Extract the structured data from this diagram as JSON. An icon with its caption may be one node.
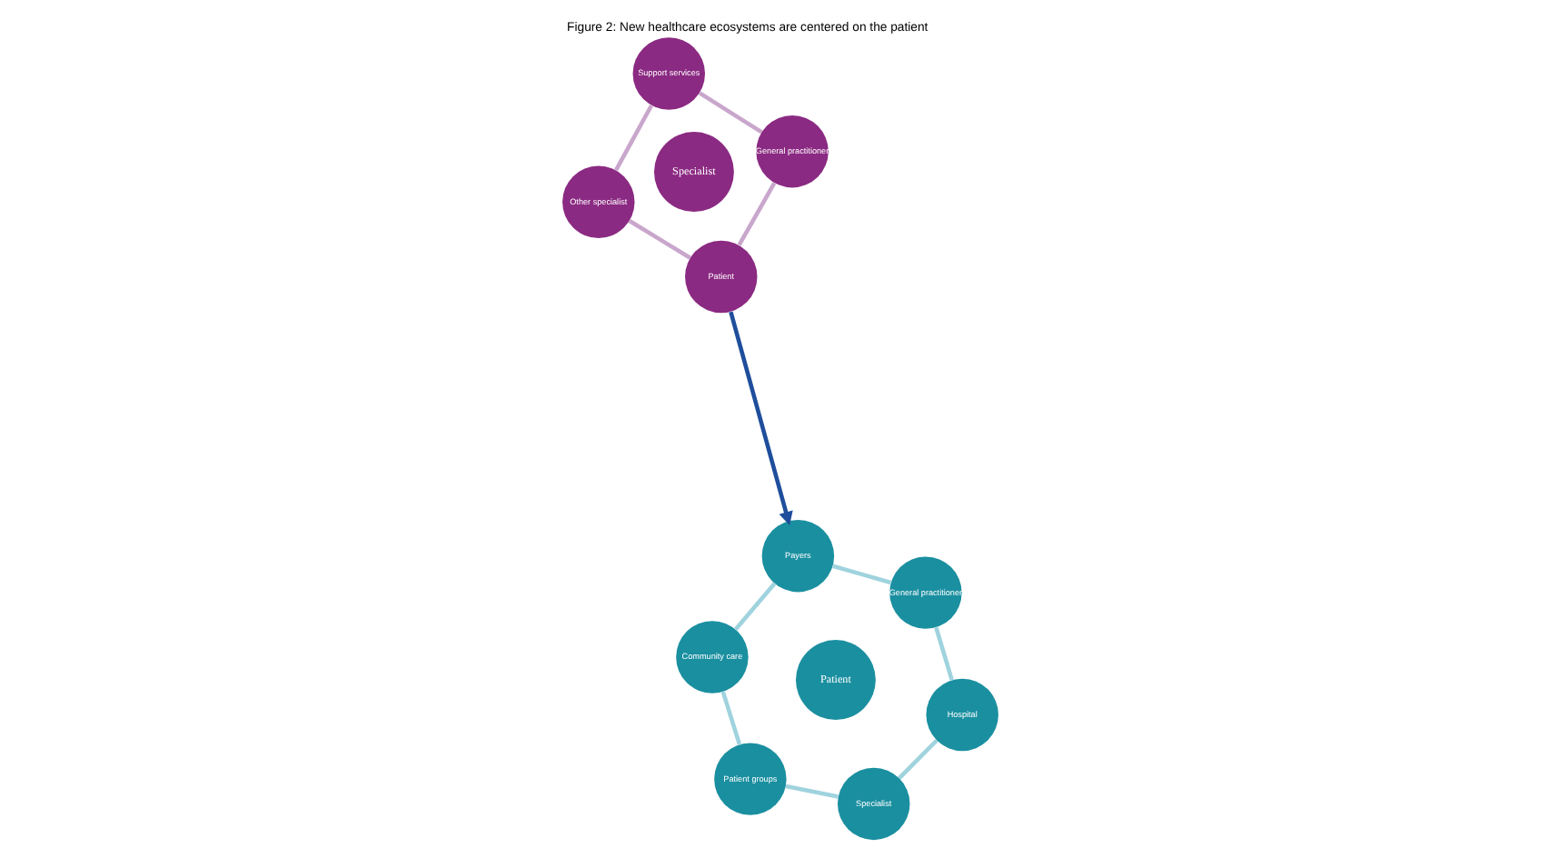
{
  "diagram": {
    "title": "Figure 2: New healthcare ecosystems are centered on the patient",
    "nodes": [
      {
        "text": [
          "Patient"
        ]
      },
      {
        "text": [
          "General practitioner"
        ]
      },
      {
        "text": [
          "Specialist"
        ]
      },
      {
        "text": [
          "Other specialist"
        ]
      },
      {
        "text": [
          "Support services"
        ]
      },
      {
        "text": [
          "General practitioner"
        ]
      },
      {
        "text": [
          "Payers"
        ]
      },
      {
        "text": [
          "Hospital"
        ]
      },
      {
        "text": [
          "Patient"
        ]
      },
      {
        "text": [
          "Community care"
        ]
      },
      {
        "text": [
          "Specialist"
        ]
      },
      {
        "text": [
          "Patient groups"
        ]
      }
    ],
    "edges": [
      {
        "from": 0,
        "to": 3,
        "arrow": "none",
        "color": "#c9a6cc"
      },
      {
        "from": 3,
        "to": 4,
        "arrow": "none",
        "color": "#c9a6cc"
      },
      {
        "from": 4,
        "to": 1,
        "arrow": "none",
        "color": "#c9a6cc"
      },
      {
        "from": 1,
        "to": 0,
        "arrow": "none",
        "color": "#c9a6cc"
      },
      {
        "from": 0,
        "to": 6,
        "arrow": "to",
        "color": "#1f4e9c"
      },
      {
        "from": 5,
        "to": 7,
        "arrow": "none",
        "color": "#9fd3de"
      },
      {
        "from": 7,
        "to": 10,
        "arrow": "none",
        "color": "#9fd3de"
      },
      {
        "from": 10,
        "to": 11,
        "arrow": "none",
        "color": "#9fd3de"
      },
      {
        "from": 11,
        "to": 9,
        "arrow": "none",
        "color": "#9fd3de"
      },
      {
        "from": 9,
        "to": 6,
        "arrow": "none",
        "color": "#9fd3de"
      },
      {
        "from": 6,
        "to": 5,
        "arrow": "none",
        "color": "#9fd3de"
      }
    ]
  }
}
